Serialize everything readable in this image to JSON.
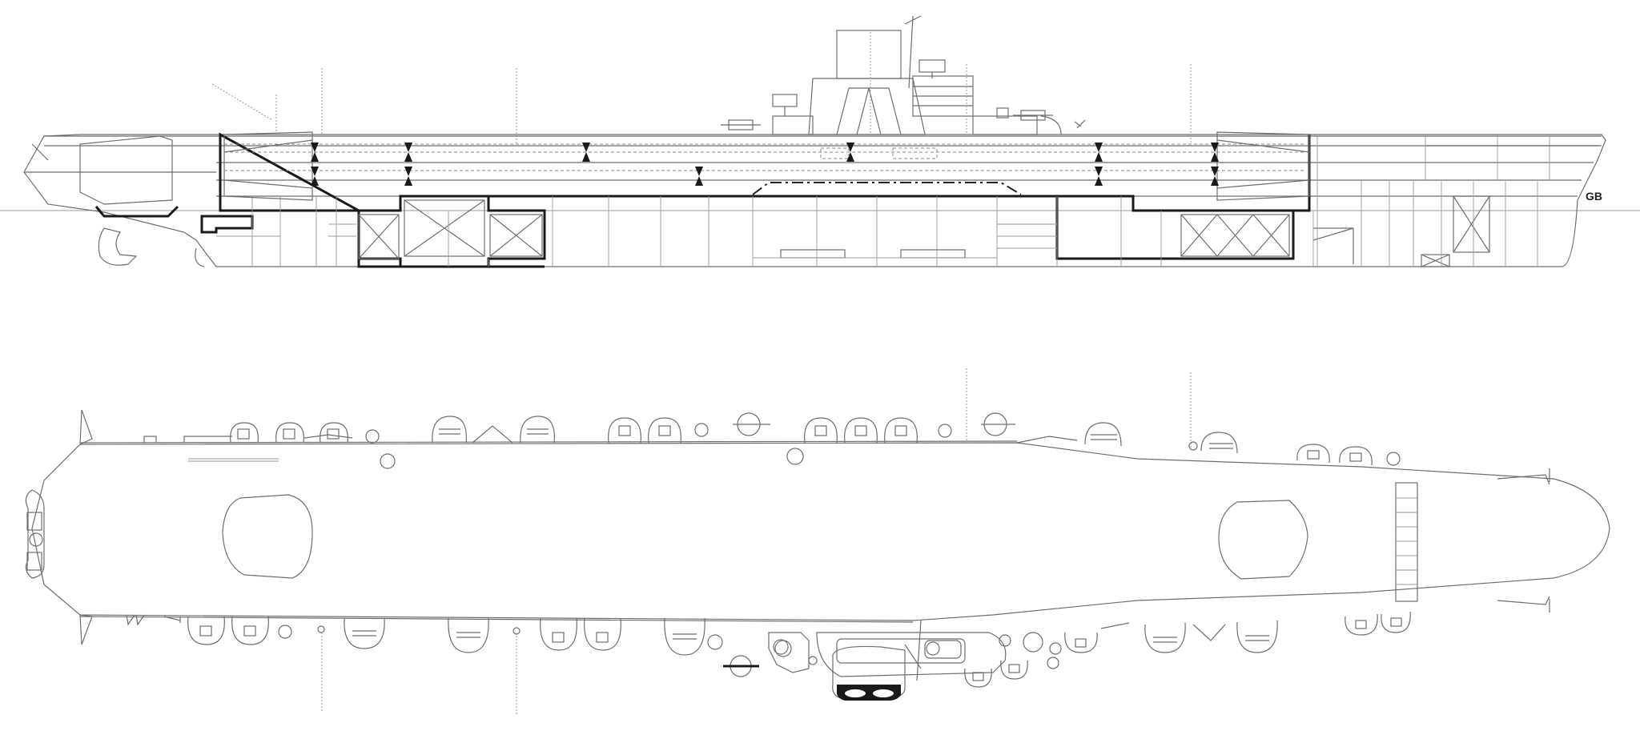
{
  "diagram": {
    "views": [
      {
        "id": "profile",
        "description_hidden": true
      },
      {
        "id": "plan",
        "description_hidden": true
      }
    ],
    "marking": "GB",
    "colors": {
      "line": "#6e6e6e",
      "bold": "#1a1a1a",
      "background": "#ffffff"
    }
  }
}
